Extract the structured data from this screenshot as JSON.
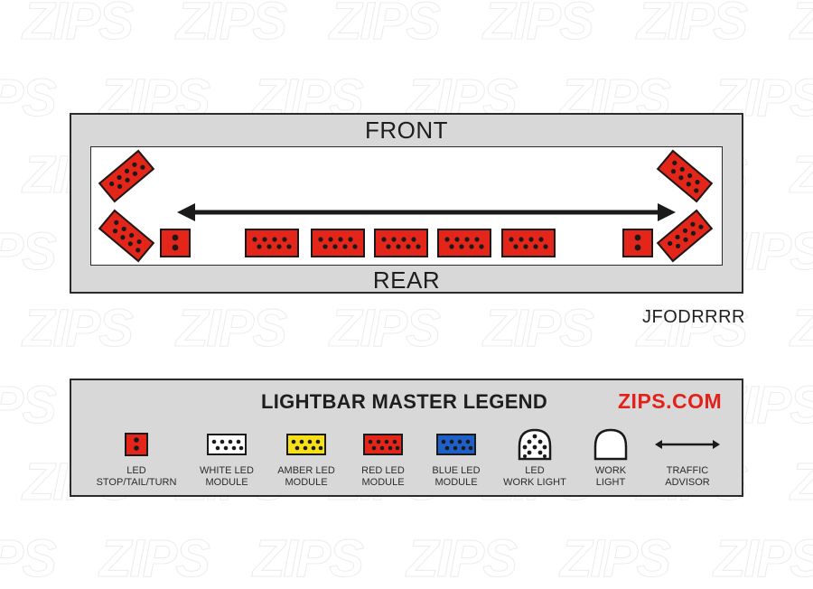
{
  "watermark": {
    "text": "ZIPS"
  },
  "diagram": {
    "front_label": "FRONT",
    "rear_label": "REAR",
    "model_code": "JFODRRRR"
  },
  "legend": {
    "title": "LIGHTBAR MASTER LEGEND",
    "brand": "ZIPS.COM",
    "items": [
      {
        "line1": "LED",
        "line2": "STOP/TAIL/TURN",
        "icon": "stop-tail-turn-icon",
        "color": "#e32619"
      },
      {
        "line1": "WHITE LED",
        "line2": "MODULE",
        "icon": "white-led-module-icon",
        "color": "#ffffff"
      },
      {
        "line1": "AMBER LED",
        "line2": "MODULE",
        "icon": "amber-led-module-icon",
        "color": "#f7e016"
      },
      {
        "line1": "RED LED",
        "line2": "MODULE",
        "icon": "red-led-module-icon",
        "color": "#e32619"
      },
      {
        "line1": "BLUE LED",
        "line2": "MODULE",
        "icon": "blue-led-module-icon",
        "color": "#1e5fc8"
      },
      {
        "line1": "LED",
        "line2": "WORK LIGHT",
        "icon": "led-work-light-icon",
        "color": "#ffffff"
      },
      {
        "line1": "WORK",
        "line2": "LIGHT",
        "icon": "work-light-icon",
        "color": "#ffffff"
      },
      {
        "line1": "TRAFFIC",
        "line2": "ADVISOR",
        "icon": "traffic-advisor-icon",
        "color": "#1a1a1a"
      }
    ]
  },
  "colors": {
    "red": "#e32619",
    "frame_gray": "#d8d8d8",
    "brand_red": "#e3211b"
  }
}
